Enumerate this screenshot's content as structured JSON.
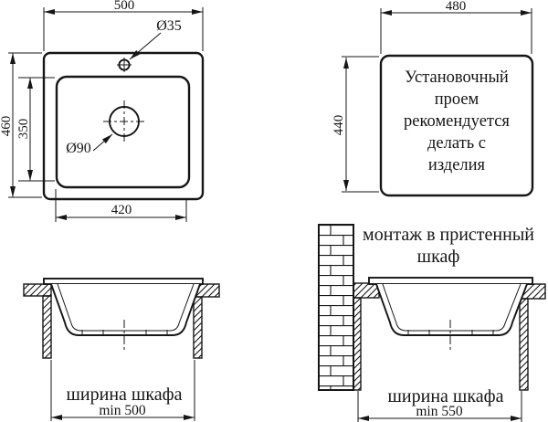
{
  "colors": {
    "line": "#161616",
    "background": "#ffffff"
  },
  "top_view": {
    "overall_width": "500",
    "overall_depth": "460",
    "bowl_depth": "350",
    "bowl_width": "420",
    "faucet_hole_diameter": "Ø35",
    "drain_hole_diameter": "Ø90"
  },
  "cutout_view": {
    "cutout_width": "480",
    "cutout_depth": "440",
    "note_lines": [
      "Установочный",
      "проем",
      "рекомендуется",
      "делать с",
      "изделия"
    ]
  },
  "cabinet_section": {
    "width_label": "ширина шкафа",
    "width_min": "min 500"
  },
  "wall_cabinet_section": {
    "title_lines": [
      "монтаж в пристенный",
      "шкаф"
    ],
    "width_label": "ширина шкафа",
    "width_min": "min 550"
  }
}
